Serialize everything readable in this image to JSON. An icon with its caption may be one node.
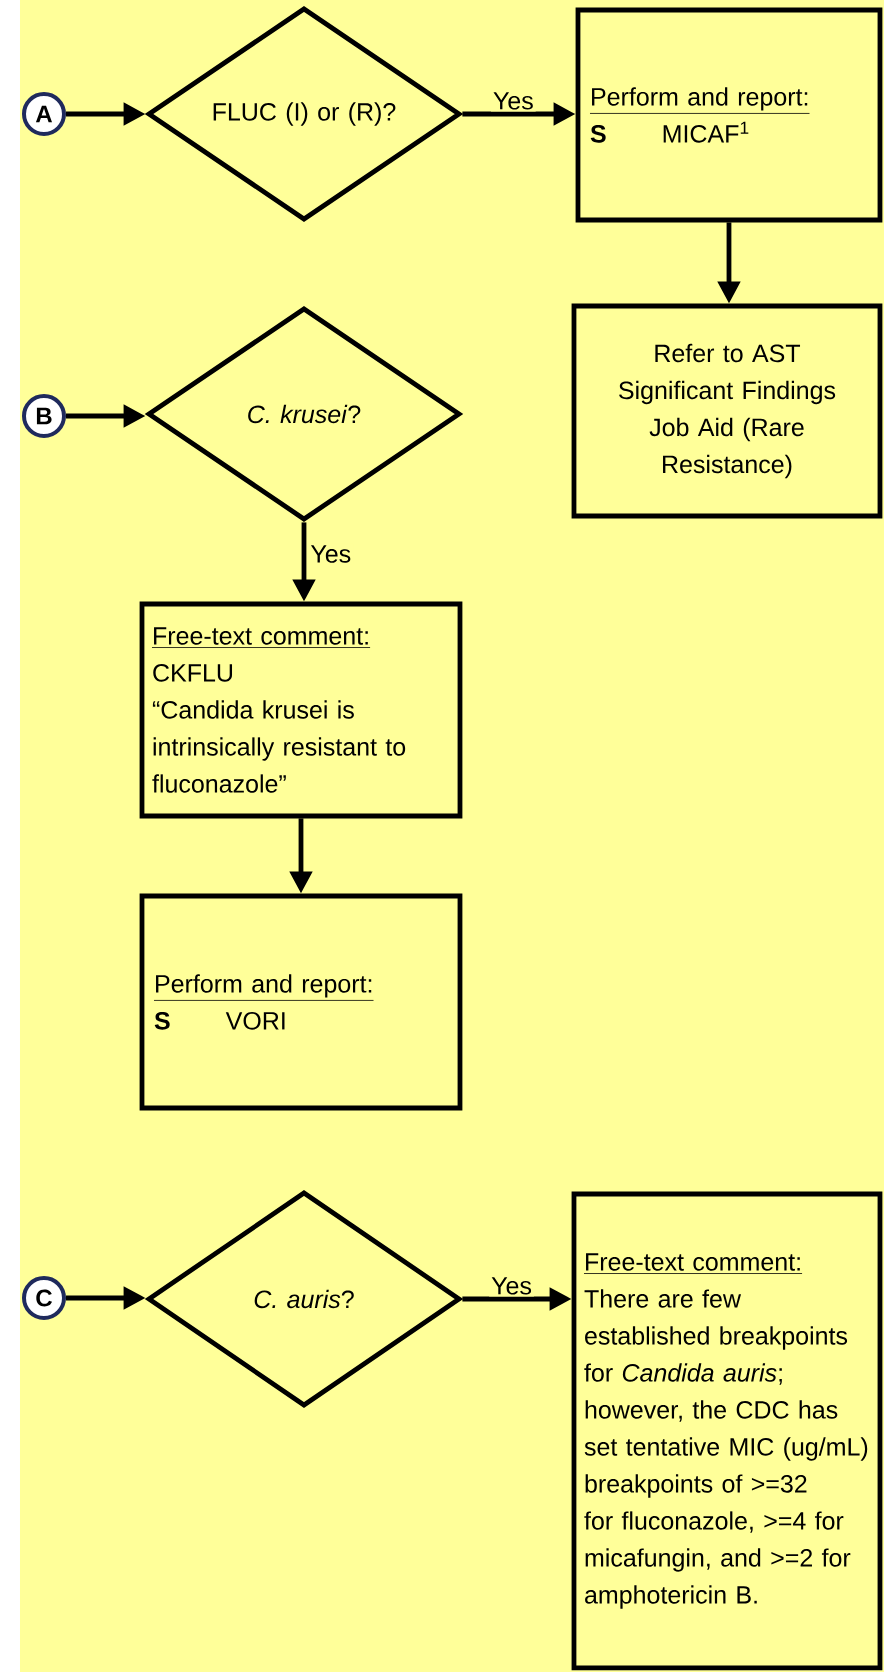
{
  "diagram": {
    "nodes": [
      {
        "text": [
          "A"
        ]
      },
      {
        "text": [
          "FLUC (I) or (R)?"
        ]
      },
      {
        "text": [
          "Perform and report:",
          "S",
          "MICAF$^{1}$"
        ]
      },
      {
        "text": [
          "Refer to AST Significant Findings Job Aid (Rare Resistance)"
        ]
      },
      {
        "text": [
          "B"
        ]
      },
      {
        "text": [
          "*C. krusei*?"
        ]
      },
      {
        "text": [
          "Free-text comment:",
          "CKFLU",
          "“Candida krusei is intrinsically resistant to fluconazole”"
        ]
      },
      {
        "text": [
          "Perform and report:",
          "S",
          "VORI"
        ]
      },
      {
        "text": [
          "C"
        ]
      },
      {
        "text": [
          "*C. auris*?"
        ]
      },
      {
        "text": [
          "Free-text comment:",
          "There are few established breakpoints for *Candida auris*; however, the CDC has set tentative MIC (ug/mL) breakpoints of >=32 for fluconazole, >=4 for micafungin, and >=2 for amphotericin B."
        ]
      }
    ],
    "edges": [
      {
        "from": 0,
        "to": 1,
        "arrow": "to"
      },
      {
        "from": 1,
        "to": 2,
        "arrow": "to",
        "label": "Yes"
      },
      {
        "from": 2,
        "to": 3,
        "arrow": "to"
      },
      {
        "from": 4,
        "to": 5,
        "arrow": "to"
      },
      {
        "from": 5,
        "to": 6,
        "arrow": "to",
        "label": "Yes"
      },
      {
        "from": 6,
        "to": 7,
        "arrow": "to"
      },
      {
        "from": 8,
        "to": 9,
        "arrow": "to"
      },
      {
        "from": 9,
        "to": 10,
        "arrow": "to",
        "label": "Yes"
      }
    ]
  }
}
